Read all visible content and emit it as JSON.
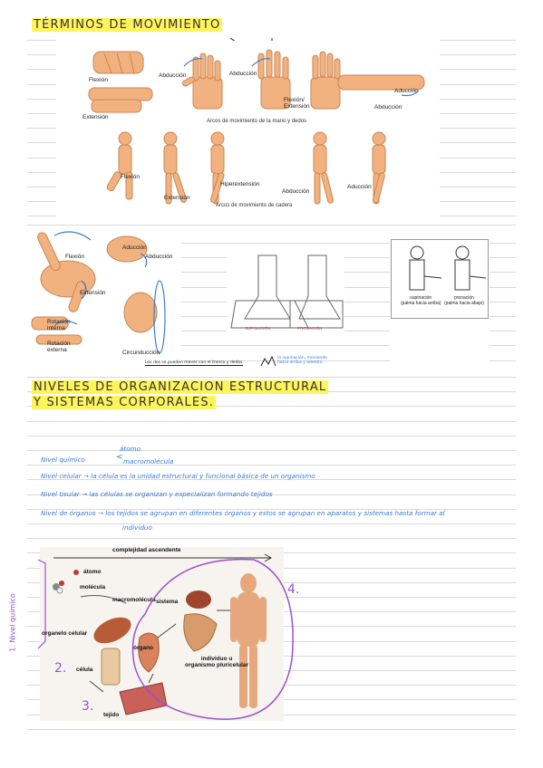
{
  "page": {
    "title1": "TÉRMINOS DE MOVIMIENTO",
    "title2_line1": "NIVELES DE ORGANIZACION ESTRUCTURAL",
    "title2_line2": "Y SISTEMAS CORPORALES."
  },
  "movement_figure": {
    "hand_caption": "Arcos de movimiento de la mano y dedos",
    "hip_caption": "Arcos de movimiento de cadera",
    "labels": {
      "flexion": "Flexión",
      "extension": "Extensión",
      "abduccion_a": "Abducción",
      "abduccion_b": "Abducción",
      "flex_ext": "Flexión/\nExtensión",
      "aduccion": "Aducción",
      "abduccion_c": "Abducción",
      "hip_flexion": "Flexión",
      "hip_extension": "Extensión",
      "hiperextension": "Hiperextensión",
      "hip_abduccion": "Abducción",
      "hip_aduccion": "Aducción"
    }
  },
  "shoulder_figure": {
    "flexion": "Flexión",
    "extension": "Extensión",
    "aduccion": "Aducción",
    "abduccion": "Abducción",
    "rot_interna": "Rotación\ninterna",
    "rot_externa": "Rotación\nexterna",
    "circunduccion": "Circunducción",
    "note": "Los dos se pueden mover con el tronco y dedos"
  },
  "foot_figure": {
    "supinacion": "SUPINACIÓN",
    "pronacion": "PRONACIÓN",
    "note": "la supinación, moviendo hacia arriba y adentro"
  },
  "forearm_figure": {
    "supinacion": "supinación\n(palma hacia arriba)",
    "pronacion": "pronación\n(palma hacia abajo)"
  },
  "notes": {
    "atomo": "átomo",
    "macromolecula": "macromolécula",
    "line1": "Nivel químico",
    "line2": "Nivel celular → la célula es la unidad estructural y funcional básica de un organismo",
    "line3": "Nivel tisular → las células se organizan y especializan formando tejidos",
    "line4": "Nivel de órganos → los tejidos se agrupan en diferentes órganos y estos se agrupan en aparatos y sistemas hasta formar al",
    "line5": "individuo"
  },
  "levels_figure": {
    "header": "complejidad ascendente",
    "atomo": "átomo",
    "molecula": "molécula",
    "macromolecula": "macromolécula",
    "organelo": "organelo celular",
    "celula": "célula",
    "tejido": "tejido",
    "organo": "órgano",
    "sistema": "sistema",
    "individuo": "individuo u\norganismo pluricelular"
  },
  "annotations": {
    "side": "1. Nivel químico",
    "n2": "2.",
    "n3": "3.",
    "n4": "4."
  }
}
